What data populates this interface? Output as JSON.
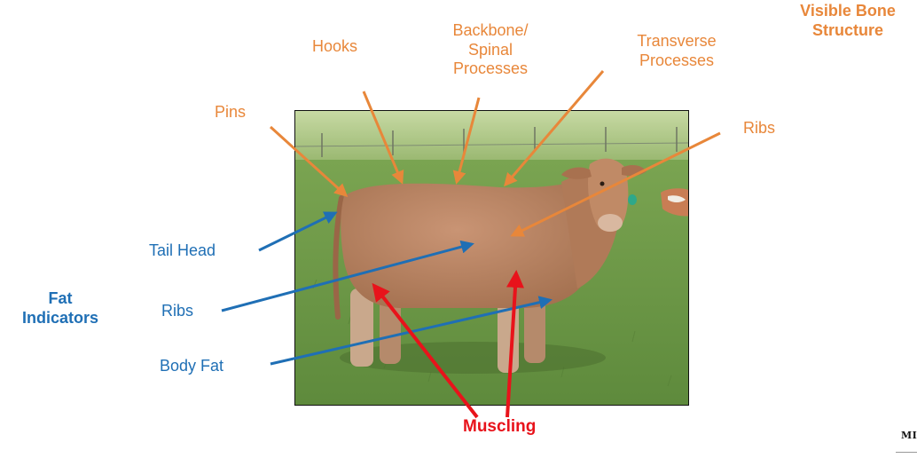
{
  "bone_labels": {
    "hooks": "Hooks",
    "backbone": [
      "Backbone/",
      "Spinal",
      "Processes"
    ],
    "transverse": [
      "Transverse",
      "Processes"
    ],
    "pins": "Pins",
    "ribs": "Ribs"
  },
  "visible_bone_structure": [
    "Visible Bone",
    "Structure"
  ],
  "fat_labels": {
    "tail_head": "Tail Head",
    "ribs": "Ribs",
    "body_fat": "Body Fat"
  },
  "fat_indicators": [
    "Fat",
    "Indicators"
  ],
  "muscling": "Muscling",
  "logo_text": "MI",
  "colors": {
    "bone": "#e8873a",
    "fat": "#1f6fb5",
    "muscle": "#e8131b",
    "grass": "#6f9a4a",
    "cow": "#b98461"
  }
}
